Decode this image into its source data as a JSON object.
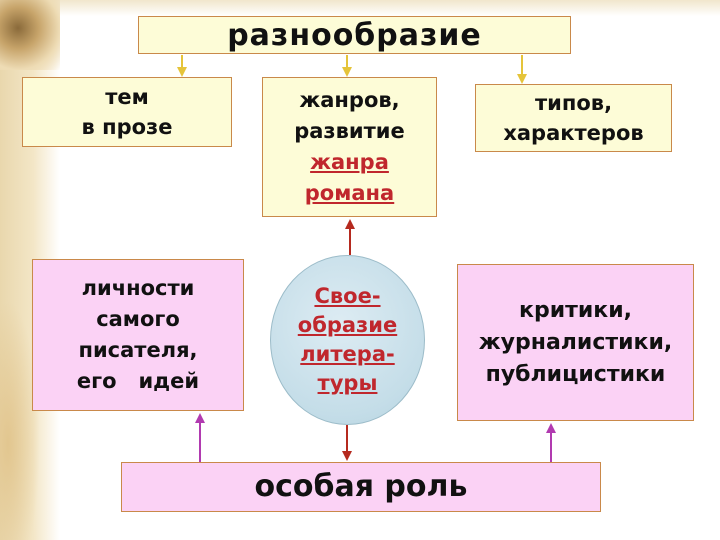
{
  "diagram": {
    "top": {
      "text": "разнообразие"
    },
    "themes": {
      "lines": [
        "тем",
        "в прозе"
      ]
    },
    "genres": {
      "lines": [
        "жанров,",
        "развитие"
      ],
      "highlight": [
        "жанра",
        "романа"
      ]
    },
    "types": {
      "lines": [
        "типов,",
        "характеров"
      ]
    },
    "personality": {
      "lines": [
        "личности",
        "самого",
        "писателя,",
        "его   идей"
      ]
    },
    "center": {
      "lines": [
        "Свое-",
        "образие",
        "литера-",
        "туры"
      ]
    },
    "critics": {
      "lines": [
        "критики,",
        "журналистики,",
        "публицистики"
      ]
    },
    "role": {
      "text": "особая роль"
    }
  },
  "colors": {
    "yellow_box": "#fdfcd7",
    "pink_box": "#fbd2f5",
    "box_border": "#c9894a",
    "highlight_text": "#c0272d",
    "yellow_connector": "#e5c43a",
    "red_connector": "#b52a1f",
    "violet_connector": "#b13ab0",
    "circle_fill": "#c4dde8"
  }
}
